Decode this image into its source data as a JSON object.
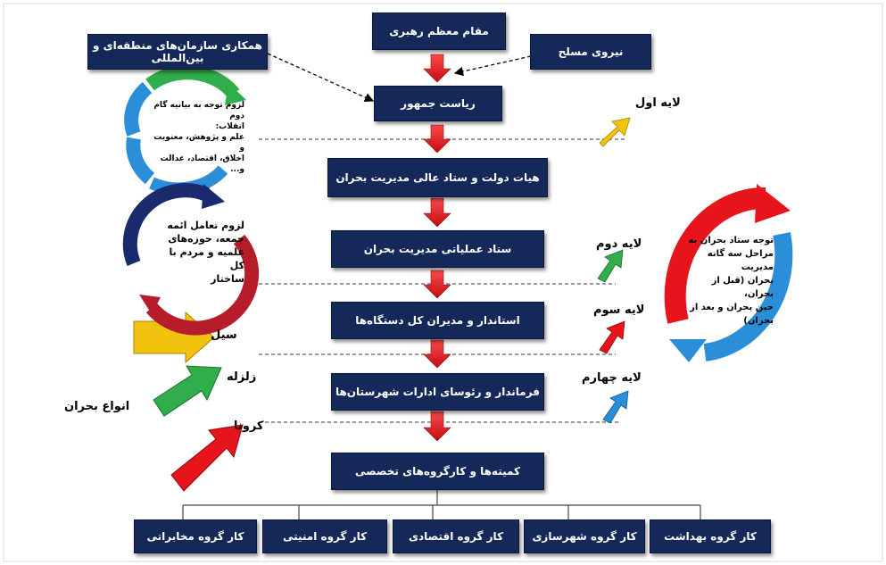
{
  "top": "مقام معظم رهبری",
  "intl": "همکاری سازمان‌های منطقه‌ای و بین‌المللی",
  "armed": "نیروی مسلح",
  "president": "ریاست جمهور",
  "cabinet": "هیات دولت و ستاد عالی مدیریت بحران",
  "ops": "ستاد عملیاتی مدیریت بحران",
  "governor": "استاندار و مدیران کل دستگاه‌ها",
  "county": "فرماندار و رئوسای ادارات شهرستان‌ها",
  "committees": "کمیته‌ها و کارگروه‌های تخصصی",
  "workgroups": [
    "کار گروه بهداشت",
    "کار گروه شهرسازی",
    "کار گروه اقتصادی",
    "کار گروه امنیتی",
    "کار گروه مخابراتی"
  ],
  "layers": [
    "لایه اول",
    "لایه دوم",
    "لایه سوم",
    "لایه چهارم"
  ],
  "crises": {
    "title": "انواع بحران",
    "items": [
      "سیل",
      "زلزله",
      "کرونا"
    ]
  },
  "cycle1": [
    "لزوم توجه به بیانیه گام دوم",
    "انقلاب:",
    "علم و پژوهش، معنویت و",
    "اخلاق، اقتصاد، عدالت و..."
  ],
  "cycle2": [
    "لزوم تعامل ائمه",
    "جمعه، حوزه‌های",
    "علمیه و مردم با کل",
    "ساختار"
  ],
  "cycle3": [
    "توجه ستاد بحران به",
    "مراحل سه گانه مدیریت",
    "بحران (قبل از بحران،",
    "حین بحران و بعد از",
    "بحران)"
  ],
  "colors": {
    "box": "#14285a",
    "red": "#e8141b",
    "green": "#2fae4b",
    "blue": "#2a8fd8",
    "yellow": "#f3c20f",
    "navy": "#1a2a6c"
  }
}
